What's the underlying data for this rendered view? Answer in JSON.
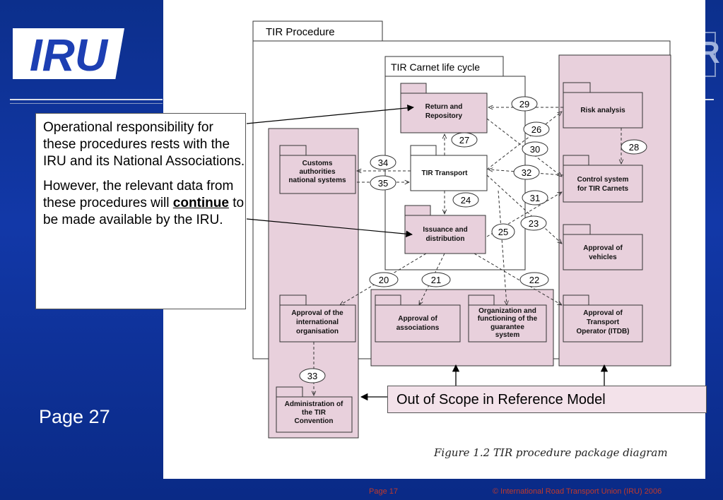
{
  "logo": {
    "text": "IRU"
  },
  "logo_right": {
    "text": "R"
  },
  "page_label": "Page  27",
  "callout": {
    "p1": "Operational responsibility for these procedures rests with the IRU and its National Associations.",
    "p2_before": "However, the relevant data from these procedures will ",
    "p2_bold": "continue",
    "p2_after": " to be made available by the IRU."
  },
  "scope_label": "Out of Scope in Reference Model",
  "footer": {
    "page": "Page 17",
    "copyright": "© International Road Transport Union (IRU) 2006"
  },
  "diagram": {
    "title_tab": "TIR Procedure",
    "lifecycle_tab": "TIR Carnet life cycle",
    "caption": "Figure 1.2  TIR procedure package diagram",
    "packages": {
      "return": [
        "Return and",
        "Repository"
      ],
      "risk": [
        "Risk analysis"
      ],
      "customs": [
        "Customs",
        "authorities",
        "national systems"
      ],
      "transport": [
        "TIR Transport"
      ],
      "control": [
        "Control system",
        "for TIR Carnets"
      ],
      "issuance": [
        "Issuance and",
        "distribution"
      ],
      "vehicles": [
        "Approval of",
        "vehicles"
      ],
      "intl_org": [
        "Approval of the",
        "international",
        "organisation"
      ],
      "assoc": [
        "Approval of",
        "associations"
      ],
      "guarantee": [
        "Organization and",
        "functioning of the",
        "guarantee",
        "system"
      ],
      "operator": [
        "Approval of",
        "Transport",
        "Operator (ITDB)"
      ],
      "admin": [
        "Administration of",
        "the TIR",
        "Convention"
      ]
    },
    "numbers": {
      "n20": "20",
      "n21": "21",
      "n22": "22",
      "n23": "23",
      "n24": "24",
      "n25": "25",
      "n26": "26",
      "n27": "27",
      "n28": "28",
      "n29": "29",
      "n30": "30",
      "n31": "31",
      "n32": "32",
      "n33": "33",
      "n34": "34",
      "n35": "35"
    }
  },
  "colors": {
    "background": "#0c2f8c",
    "package_fill": "#e8d0dc",
    "accent": "#f3e2ea"
  }
}
